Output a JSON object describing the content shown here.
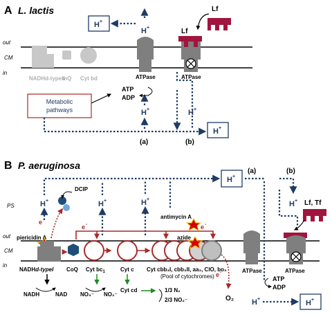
{
  "colors": {
    "membrane": "#000000",
    "proton_blue": "#1f3b63",
    "protein_gray": "#7f7f7f",
    "light_gray": "#c8c8c8",
    "electron_red": "#a52a2a",
    "lactoferrin": "#a0153e",
    "green_arrow": "#1e8c1e",
    "ubiquinone_blue": "#1f4e79",
    "dcip_lightblue": "#6fa8dc",
    "inhibitor_star_fill": "#d40000",
    "inhibitor_star_outline": "#f2c400"
  },
  "panel_a": {
    "label": "A",
    "organism": "L. lactis",
    "side_out": "out",
    "side_cm": "CM",
    "side_in": "in",
    "proton": "H",
    "proton_charge": "+",
    "components": {
      "nadh": "NADHd-typeII",
      "mq": "mQ",
      "cyt": "Cyt bd"
    },
    "atpase_left": "ATPase",
    "atpase_right": "ATPase",
    "lf": "Lf",
    "lf2": "Lf",
    "atp": "ATP",
    "adp": "ADP",
    "metabolic": [
      "Metabolic",
      "pathways"
    ],
    "route_a": "(a)",
    "route_b": "(b)"
  },
  "panel_b": {
    "label": "B",
    "organism": "P. aeruginosa",
    "side_ps": "PS",
    "side_out": "out",
    "side_cm": "CM",
    "side_in": "in",
    "proton": "H",
    "proton_charge": "+",
    "dcip": "DCIP",
    "piericidin": "piericidin A",
    "antimycin": "antimycin A",
    "azide": "azide",
    "electron": "e",
    "electron_charge": "-",
    "route_a": "(a)",
    "route_b": "(b)",
    "lf_tf": "Lf, Tf",
    "atpase_left": "ATPase",
    "atpase_right": "ATPase",
    "atp": "ATP",
    "adp": "ADP",
    "nadh_prefix": "NADH",
    "nadh_type": "d-typeI",
    "coq": "CoQ",
    "cyt_bc1": "Cyt bc",
    "cyt_bc1_sub": "1",
    "cyt_c": "Cyt c",
    "cyt_pool": "Cyt cbb₃I, cbb₃II, aa₃, ClO, bo₃",
    "pool_note": "(Pool of cytochromes)",
    "nadh": "NADH",
    "nad": "NAD",
    "no3": "NO₃⁻",
    "no2": "NO₂⁻",
    "cyt_cd": "Cyt cd",
    "n2": "1/3 N₂",
    "no2_out": "2/3 NO₂⁻",
    "o2": "O₂"
  }
}
